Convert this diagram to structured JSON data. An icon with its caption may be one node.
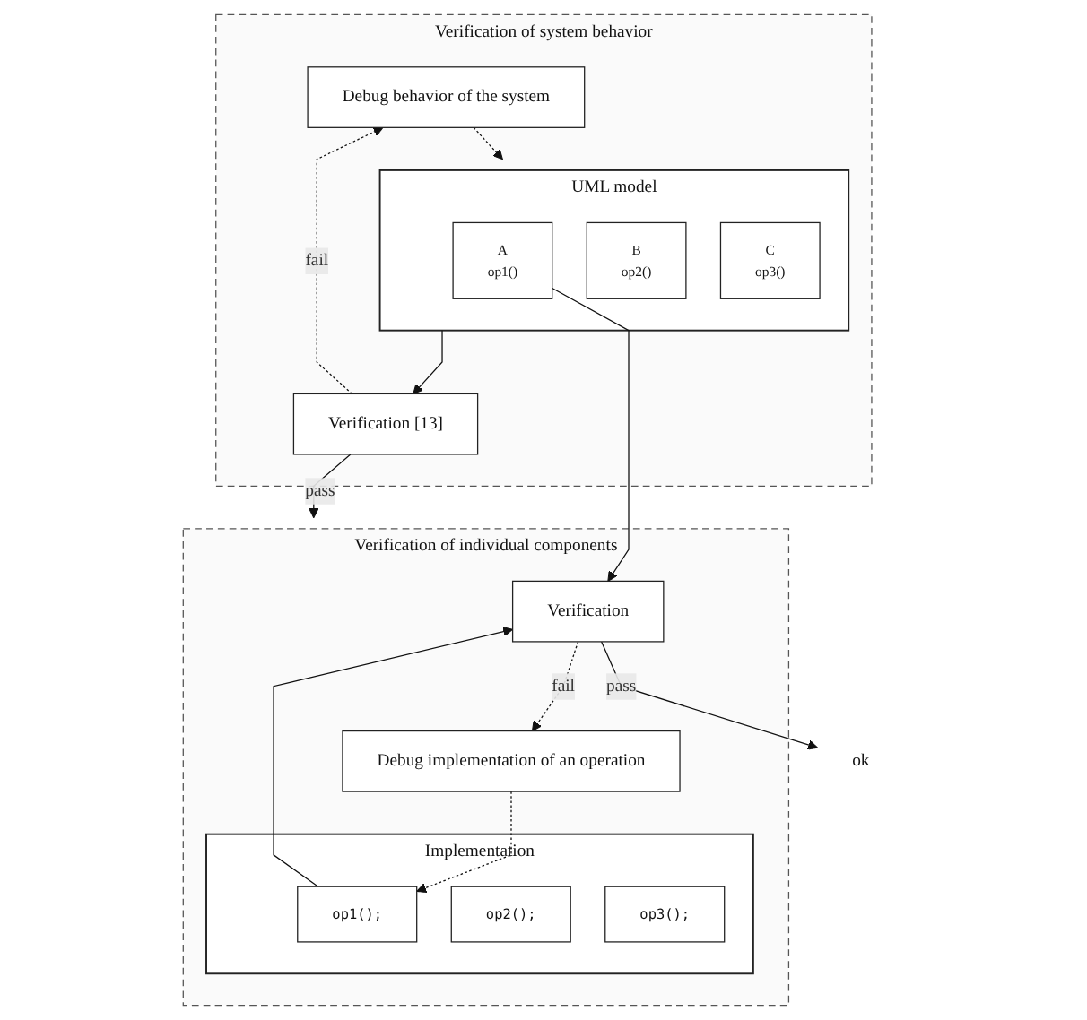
{
  "diagram": {
    "nodes": [
      {
        "text": [
          "Verification of system behavior"
        ]
      },
      {
        "text": [
          "Debug behavior of the system"
        ],
        "in": 0
      },
      {
        "text": [
          "UML model"
        ],
        "in": 0
      },
      {
        "text": [
          "A",
          "op1()"
        ],
        "in": 2
      },
      {
        "text": [
          "B",
          "op2()"
        ],
        "in": 2
      },
      {
        "text": [
          "C",
          "op3()"
        ],
        "in": 2
      },
      {
        "text": [
          "Verification [13]"
        ],
        "in": 0
      },
      {
        "text": [
          "Verification of individual components"
        ]
      },
      {
        "text": [
          "Debug implementation of an operation"
        ],
        "in": 7
      },
      {
        "text": [
          "Implementation"
        ],
        "in": 7
      },
      {
        "text": [
          "op1();"
        ],
        "in": 9
      },
      {
        "text": [
          "op2();"
        ],
        "in": 9
      },
      {
        "text": [
          "op3();"
        ],
        "in": 9
      },
      {
        "text": [
          "Verification"
        ],
        "in": 7
      },
      {
        "text": [
          "ok"
        ]
      }
    ],
    "edges": [
      {
        "from": 2,
        "to": 6,
        "arrow": "to"
      },
      {
        "from": 6,
        "to": 1,
        "label": "fail",
        "arrow": "to",
        "style": "dashed"
      },
      {
        "from": 1,
        "to": 2,
        "arrow": "to",
        "style": "dashed"
      },
      {
        "from": 6,
        "to": 7,
        "label": "pass",
        "arrow": "to"
      },
      {
        "from": 3,
        "to": 13,
        "arrow": "to"
      },
      {
        "from": 10,
        "to": 13,
        "arrow": "to"
      },
      {
        "from": 13,
        "to": 8,
        "label": "fail",
        "arrow": "to",
        "style": "dashed"
      },
      {
        "from": 8,
        "to": 10,
        "arrow": "to",
        "style": "dashed"
      },
      {
        "from": 13,
        "to": 14,
        "label": "pass",
        "arrow": "to"
      }
    ]
  }
}
